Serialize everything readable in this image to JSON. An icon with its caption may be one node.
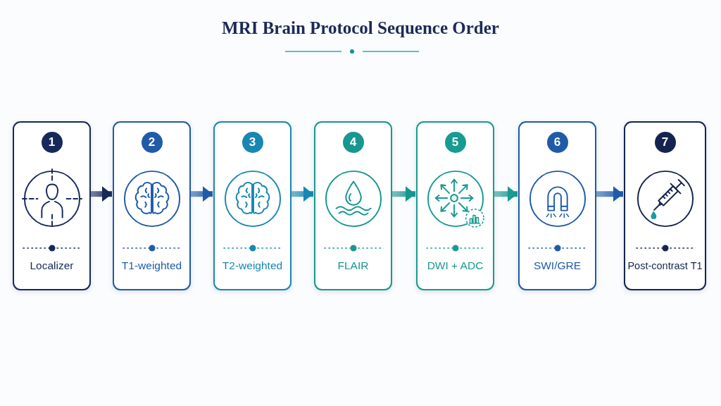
{
  "diagram": {
    "title": "MRI Brain Protocol Sequence Order",
    "nodes": [
      {
        "text": [
          "1",
          "Localizer"
        ]
      },
      {
        "text": [
          "2",
          "T1-weighted"
        ]
      },
      {
        "text": [
          "3",
          "T2-weighted"
        ]
      },
      {
        "text": [
          "4",
          "FLAIR"
        ]
      },
      {
        "text": [
          "5",
          "DWI + ADC"
        ]
      },
      {
        "text": [
          "6",
          "SWI/GRE"
        ]
      },
      {
        "text": [
          "7",
          "Post-contrast T1"
        ]
      }
    ],
    "edges": [
      {
        "from": 0,
        "to": 1,
        "arrow": "to"
      },
      {
        "from": 1,
        "to": 2,
        "arrow": "to"
      },
      {
        "from": 2,
        "to": 3,
        "arrow": "to"
      },
      {
        "from": 3,
        "to": 4,
        "arrow": "to"
      },
      {
        "from": 4,
        "to": 5,
        "arrow": "to"
      },
      {
        "from": 5,
        "to": 6,
        "arrow": "to"
      }
    ]
  }
}
